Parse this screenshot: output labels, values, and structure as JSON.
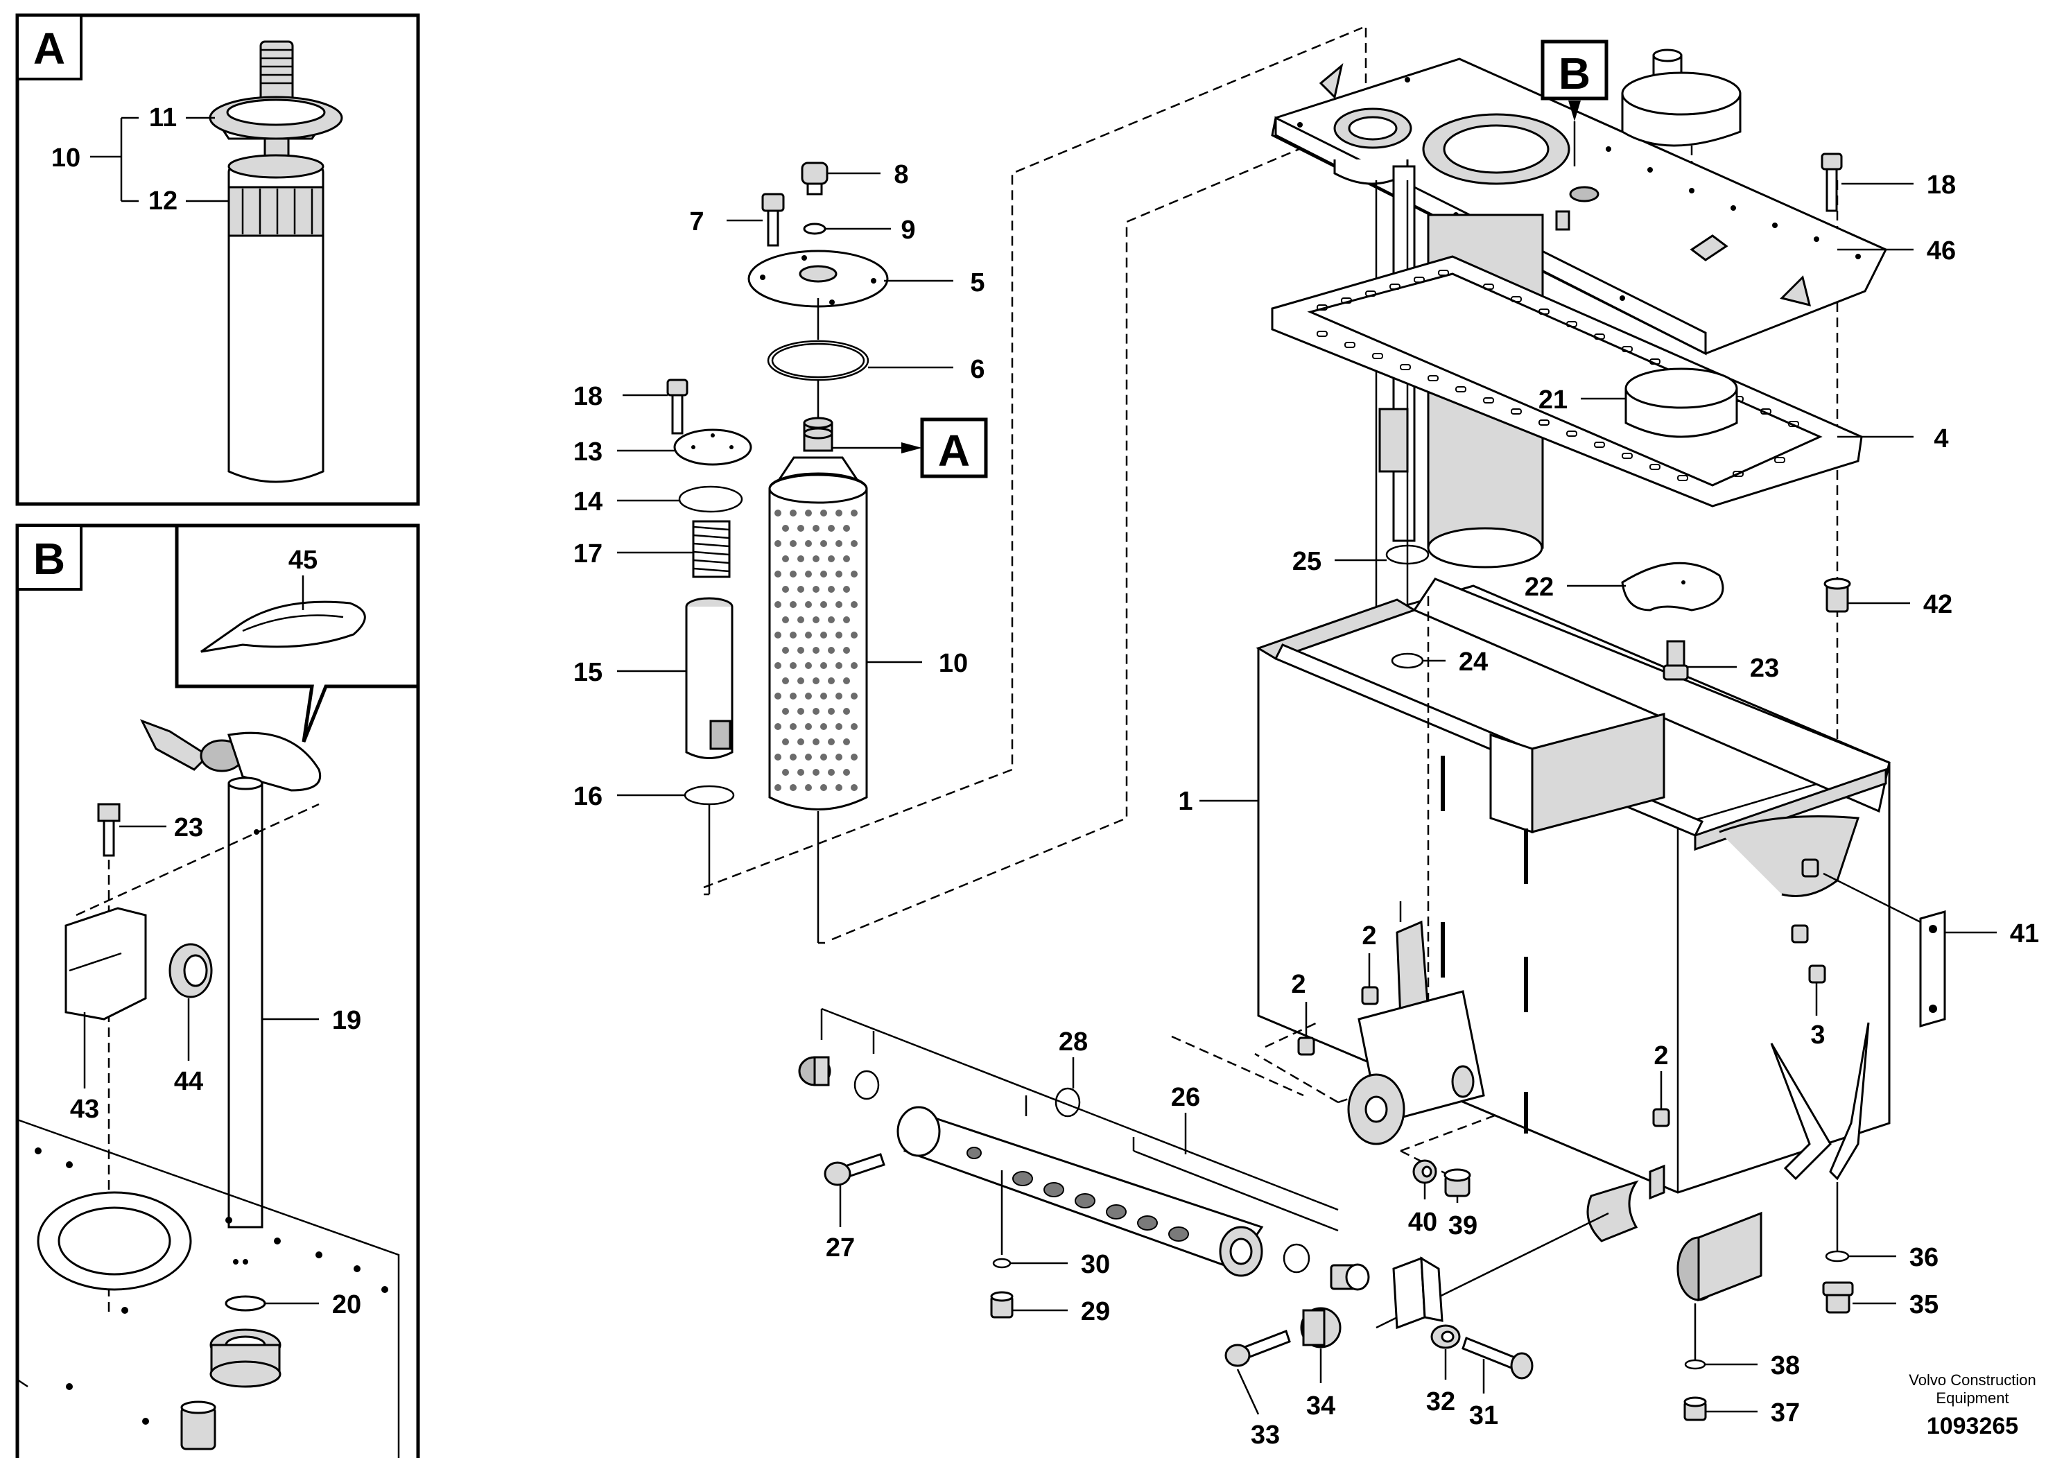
{
  "inset_a": {
    "letter": "A",
    "labels": {
      "l10": "10",
      "l11": "11",
      "l12": "12"
    }
  },
  "inset_b": {
    "letter": "B",
    "labels": {
      "l45": "45",
      "l23": "23",
      "l19": "19",
      "l43": "43",
      "l44": "44",
      "l20": "20"
    }
  },
  "callouts": {
    "a_letter": "A",
    "b_letter": "B"
  },
  "parts": {
    "p1": "1",
    "p2a": "2",
    "p2b": "2",
    "p2c": "2",
    "p3": "3",
    "p4": "4",
    "p5": "5",
    "p6": "6",
    "p7": "7",
    "p8": "8",
    "p9": "9",
    "p10": "10",
    "p13": "13",
    "p14": "14",
    "p15": "15",
    "p16": "16",
    "p17": "17",
    "p18a": "18",
    "p18b": "18",
    "p21": "21",
    "p22": "22",
    "p23": "23",
    "p24": "24",
    "p25": "25",
    "p26": "26",
    "p27": "27",
    "p28": "28",
    "p29": "29",
    "p30": "30",
    "p31": "31",
    "p32": "32",
    "p33": "33",
    "p34": "34",
    "p35": "35",
    "p36": "36",
    "p37": "37",
    "p38": "38",
    "p39": "39",
    "p40": "40",
    "p41": "41",
    "p42": "42",
    "p46": "46"
  },
  "footer": {
    "brand_line1": "Volvo Construction",
    "brand_line2": "Equipment",
    "doc_number": "1093265"
  }
}
